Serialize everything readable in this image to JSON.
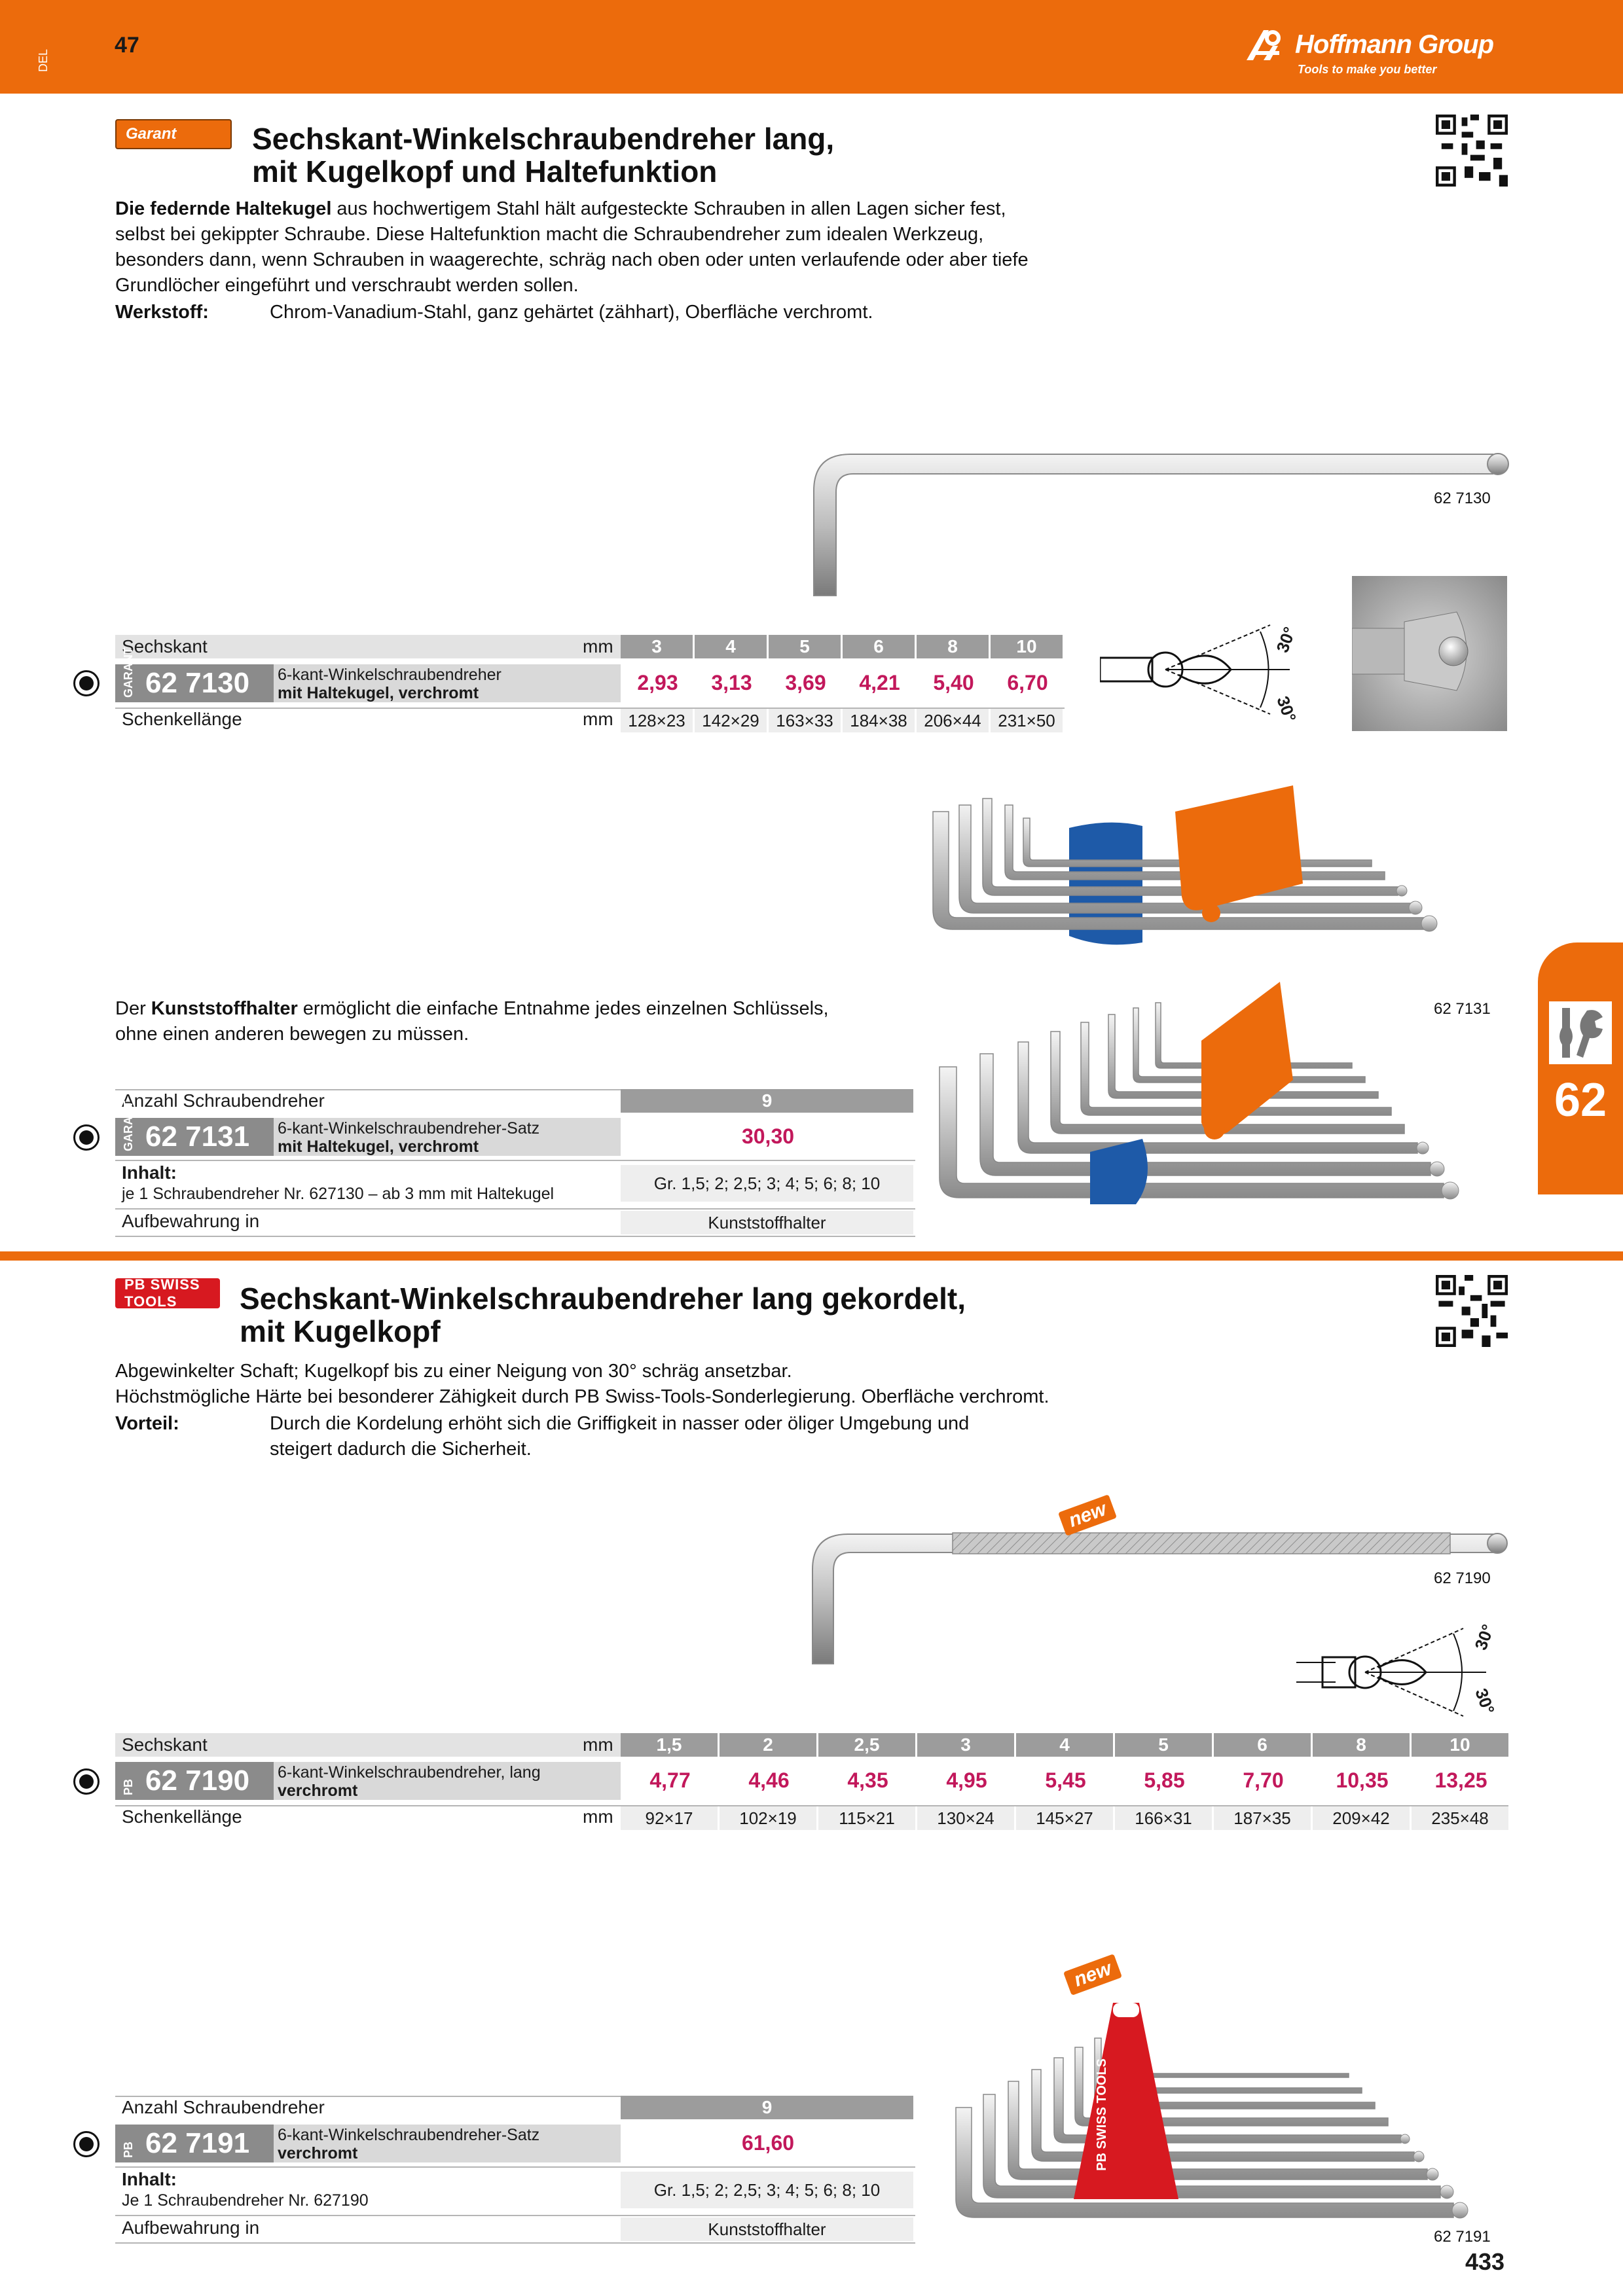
{
  "header": {
    "side_code": "DEL",
    "page_top": "47",
    "logo_name": "Hoffmann Group",
    "logo_tagline": "Tools to make you better"
  },
  "side_tab": {
    "chapter": "62",
    "icon": "wrench-screwdriver-icon"
  },
  "section1": {
    "brand": "Garant",
    "title_line1": "Sechskant-Winkelschraubendreher lang,",
    "title_line2": "mit Kugelkopf und Haltefunktion",
    "intro_bold": "Die federnde Haltekugel",
    "intro_rest": " aus hochwertigem Stahl hält aufgesteckte Schrauben in allen Lagen sicher fest,",
    "body_lines": [
      "selbst bei gekippter Schraube. Diese Haltefunktion macht die Schraubendreher zum idealen Werkzeug,",
      "besonders dann, wenn Schrauben in waagerechte, schräg nach oben oder unten verlaufende oder aber tiefe",
      "Grundlöcher eingeführt und verschraubt werden sollen."
    ],
    "material_label": "Werkstoff:",
    "material_text": "Chrom-Vanadium-Stahl, ganz gehärtet (zähhart), Oberfläche verchromt.",
    "image_code": "62 7130",
    "angle_labels": [
      "30°",
      "30°"
    ],
    "table1": {
      "row1_label": "Sechskant",
      "unit": "mm",
      "sizes": [
        "3",
        "4",
        "5",
        "6",
        "8",
        "10"
      ],
      "art_code": "GARANT",
      "art_number": "62 7130",
      "desc_line1": "6-kant-Winkelschraubendreher",
      "desc_line2": "mit Haltekugel, verchromt",
      "prices": [
        "2,93",
        "3,13",
        "3,69",
        "4,21",
        "5,40",
        "6,70"
      ],
      "row3_label": "Schenkellänge",
      "dims": [
        "128×23",
        "142×29",
        "163×33",
        "184×38",
        "206×44",
        "231×50"
      ]
    },
    "holder_text_pre": "Der ",
    "holder_text_bold": "Kunststoffhalter",
    "holder_text_rest": " ermöglicht die einfache Entnahme jedes einzelnen Schlüssels,",
    "holder_text_line2": "ohne einen anderen bewegen zu müssen.",
    "set_image_code": "62 7131",
    "table2": {
      "row1_label": "Anzahl Schraubendreher",
      "count": "9",
      "art_code": "GARANT",
      "art_number": "62 7131",
      "desc_line1": "6-kant-Winkelschraubendreher-Satz",
      "desc_line2": "mit Haltekugel, verchromt",
      "price": "30,30",
      "content_label": "Inhalt:",
      "content_text": "je 1 Schraubendreher Nr. 627130 – ab 3 mm mit Haltekugel",
      "content_value": "Gr. 1,5; 2; 2,5; 3; 4; 5; 6; 8; 10",
      "storage_label": "Aufbewahrung in",
      "storage_value": "Kunststoffhalter"
    }
  },
  "section2": {
    "brand": "PB SWISS TOOLS",
    "title_line1": "Sechskant-Winkelschraubendreher lang gekordelt,",
    "title_line2": "mit Kugelkopf",
    "body_lines": [
      "Abgewinkelter Schaft; Kugelkopf bis zu einer Neigung von 30° schräg ansetzbar.",
      "Höchstmögliche Härte bei besonderer Zähigkeit durch PB Swiss-Tools-Sonderlegierung. Oberfläche verchromt."
    ],
    "advantage_label": "Vorteil:",
    "advantage_lines": [
      "Durch die Kordelung erhöht sich die Griffigkeit in nasser oder öliger Umgebung und",
      "steigert dadurch die Sicherheit."
    ],
    "new_badge": "new",
    "image_code": "62 7190",
    "angle_labels": [
      "30°",
      "30°"
    ],
    "table1": {
      "row1_label": "Sechskant",
      "unit": "mm",
      "sizes": [
        "1,5",
        "2",
        "2,5",
        "3",
        "4",
        "5",
        "6",
        "8",
        "10"
      ],
      "art_code": "PB",
      "art_number": "62 7190",
      "desc_line1": "6-kant-Winkelschraubendreher, lang",
      "desc_line2": "verchromt",
      "prices": [
        "4,77",
        "4,46",
        "4,35",
        "4,95",
        "5,45",
        "5,85",
        "7,70",
        "10,35",
        "13,25"
      ],
      "row3_label": "Schenkellänge",
      "dims": [
        "92×17",
        "102×19",
        "115×21",
        "130×24",
        "145×27",
        "166×31",
        "187×35",
        "209×42",
        "235×48"
      ]
    },
    "set_new_badge": "new",
    "set_holder_text": "PB SWISS TOOLS",
    "set_image_code": "62 7191",
    "table2": {
      "row1_label": "Anzahl Schraubendreher",
      "count": "9",
      "art_code": "PB",
      "art_number": "62 7191",
      "desc_line1": "6-kant-Winkelschraubendreher-Satz",
      "desc_line2": "verchromt",
      "price": "61,60",
      "content_label": "Inhalt:",
      "content_text": "Je 1 Schraubendreher Nr. 627190",
      "content_value": "Gr. 1,5; 2; 2,5; 3; 4; 5; 6; 8; 10",
      "storage_label": "Aufbewahrung in",
      "storage_value": "Kunststoffhalter"
    }
  },
  "footer": {
    "page_bottom": "433"
  }
}
